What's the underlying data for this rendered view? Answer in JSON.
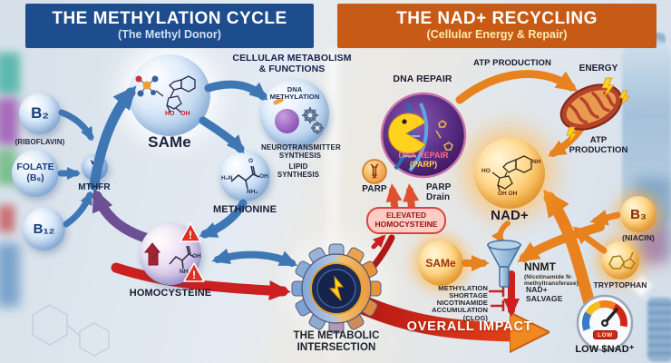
{
  "header": {
    "left_title": "THE METHYLATION CYCLE",
    "left_subtitle": "(The Methyl Donor)",
    "right_title": "THE NAD+ RECYCLING",
    "right_subtitle": "(Cellular Energy & Repair)"
  },
  "methylation": {
    "b2_label": "B₂",
    "b2_caption": "(RIBOFLAVIN)",
    "folate_label": "FOLATE",
    "folate_caption": "(B₉)",
    "b12_label": "B₁₂",
    "mthfr_label": "MTHFR",
    "same_label": "SAMe",
    "cellular_heading": "CELLULAR METABOLISM & FUNCTIONS",
    "dna_methylation_label": "DNA METHYLATION",
    "neurotransmitter_label": "NEUROTRANSMITTER SYNTHESIS",
    "lipid_label": "LIPID SYNTHESIS",
    "methionine_label": "METHIONINE",
    "homocysteine_label": "HOMOCYSTEINE"
  },
  "molecules": {
    "ho": "HO",
    "oh": "OH",
    "o": "O",
    "nh": "NH",
    "h2n": "H₂N",
    "nh2": "NH₂",
    "oh_oh": "OH OH"
  },
  "icons": {
    "warning_mark": "!"
  },
  "intersection": {
    "label": "THE METABOLIC INTERSECTION"
  },
  "nad_cycle": {
    "dna_repair_heading": "DNA REPAIR",
    "parp_circle_line1": "DNA REPAIR",
    "parp_circle_line2": "(PARP)",
    "parp_label": "PARP",
    "parp_drain_label": "PARP Drain",
    "atp_top_label": "ATP PRODUCTION",
    "energy_label": "ENERGY",
    "atp_bottom_label": "ATP PRODUCTION",
    "nad_label": "NAD+",
    "b3_label": "B₃",
    "b3_caption": "(NIACIN)",
    "tryptophan_label": "TRYPTOPHAN",
    "elevated_homocysteine_label": "ELEVATED HOMOCYSTEINE",
    "same_small_label": "SAMe",
    "nnmt_label": "NNMT",
    "nnmt_caption": "(Nicotinamide N-methyltransferase)",
    "methylation_shortage_label": "METHYLATION SHORTAGE",
    "nicotinamide_clog_label": "NICOTINAMIDE ACCUMULATION (CLOG)",
    "nad_salvage_label": "NAD+ SALVAGE",
    "overall_impact_label": "OVERALL IMPACT",
    "gauge_badge": "LOW",
    "gauge_label": "LOW $NAD⁺"
  },
  "colors": {
    "methylation_header": "#1d4d8d",
    "nad_header": "#c75b16",
    "arrow_blue": "#3f77b5",
    "arrow_purple": "#6c4f94",
    "arrow_red": "#cc2020",
    "arrow_orange": "#e8821e",
    "warning_red": "#e03020",
    "parp_purple": "#5c2f86",
    "nad_orange": "#f5a93a"
  }
}
